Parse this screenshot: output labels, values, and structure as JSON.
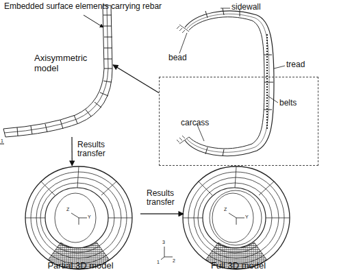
{
  "diagram": {
    "nodes": [
      {
        "text": [
          "Axisymmetric model"
        ]
      },
      {
        "text": [
          "carcass"
        ]
      },
      {
        "text": [
          "Partial 3D model"
        ]
      },
      {
        "text": [
          "Full 3D model"
        ]
      }
    ],
    "edges": [
      {
        "from": 1,
        "to": 0,
        "arrow": "to"
      },
      {
        "from": 0,
        "to": 2,
        "arrow": "to",
        "label": "Results transfer"
      },
      {
        "from": 2,
        "to": 3,
        "arrow": "to",
        "label": "Results transfer"
      }
    ],
    "labels": [
      "Embedded surface elements carrying rebar",
      "sidewall",
      "bead",
      "tread",
      "belts",
      "1",
      "Z",
      "Y",
      "Z",
      "Y",
      "3",
      "1",
      "2"
    ]
  }
}
